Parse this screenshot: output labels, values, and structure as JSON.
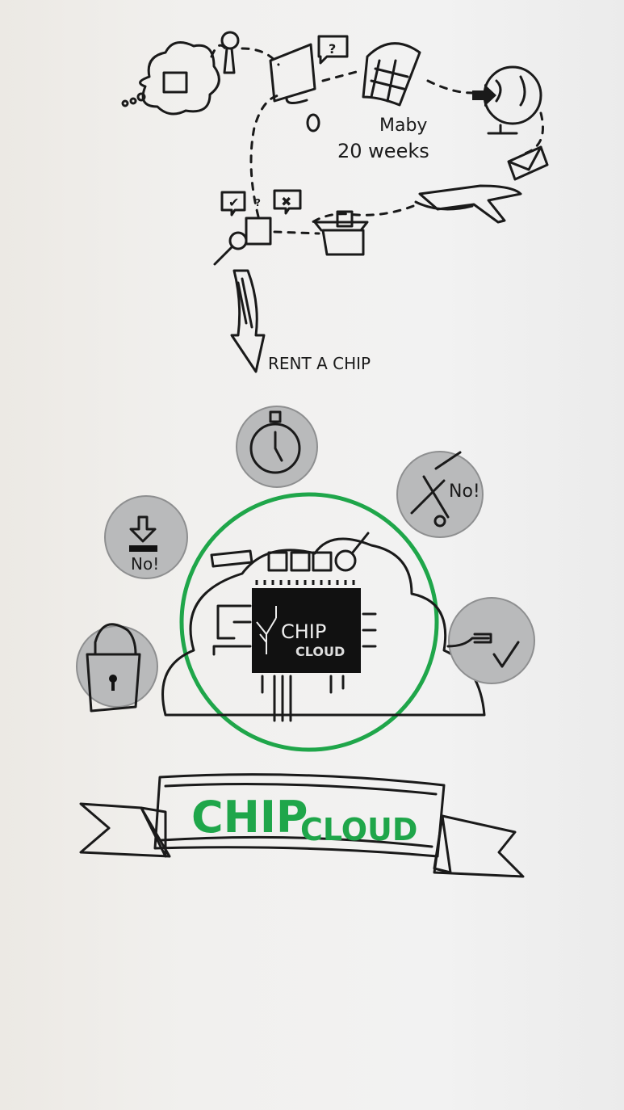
{
  "top_flow": {
    "question_mark": "?",
    "duration_line1": "Maby",
    "duration_line2": "20 weeks",
    "review_question": "?"
  },
  "arrow_label": "RENT A CHIP",
  "benefits": {
    "no_download": "No!",
    "no_tools": "No!"
  },
  "chip": {
    "line1": "CHIP",
    "line2": "CLOUD"
  },
  "banner": {
    "part1": "CHIP",
    "part2": "CLOUD"
  },
  "colors": {
    "ink": "#1a1a1a",
    "green": "#1fa64a",
    "grey": "#b9babb"
  }
}
